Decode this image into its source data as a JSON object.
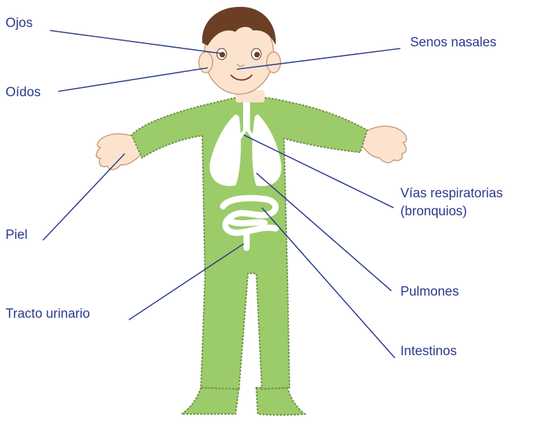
{
  "labels": {
    "eyes": "Ojos",
    "ears": "Oídos",
    "sinuses": "Senos nasales",
    "airways_line1": "Vías respiratorias",
    "airways_line2": "(bronquios)",
    "skin": "Piel",
    "lungs": "Pulmones",
    "urinary_tract": "Tracto urinario",
    "intestines": "Intestinos"
  },
  "colors": {
    "label_text": "#2b3a8c",
    "leader_line": "#2b3a8c",
    "suit": "#9ccb6a",
    "suit_outline": "#6b8f47",
    "organs": "#ffffff",
    "skin": "#fbe3cd",
    "hair": "#6b3f24"
  }
}
